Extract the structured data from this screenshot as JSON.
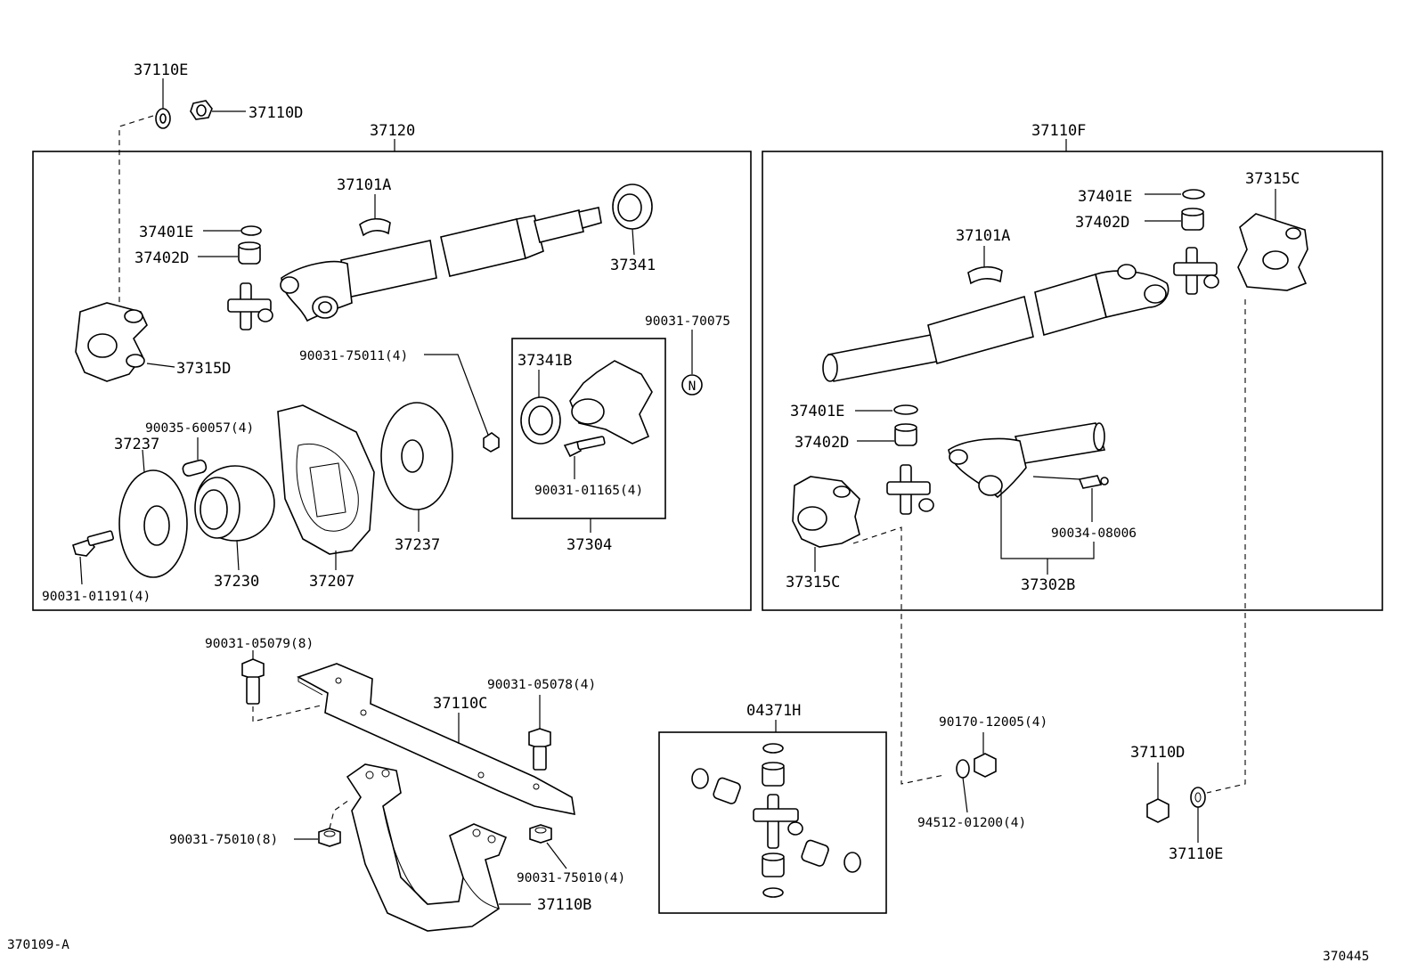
{
  "diagram": {
    "labels": {
      "l_37110E_top": "37110E",
      "l_37110D_top": "37110D",
      "l_37120": "37120",
      "l_37110F": "37110F",
      "l_37101A_left": "37101A",
      "l_37401E_left": "37401E",
      "l_37402D_left": "37402D",
      "l_37341": "37341",
      "l_37315D": "37315D",
      "l_90031_70075": "90031-70075",
      "l_90031_75011": "90031-75011(4)",
      "l_37341B": "37341B",
      "l_90035_60057": "90035-60057(4)",
      "l_37237_left": "37237",
      "l_90031_01165": "90031-01165(4)",
      "l_37304": "37304",
      "l_37237_right": "37237",
      "l_37230": "37230",
      "l_37207": "37207",
      "l_90031_01191": "90031-01191(4)",
      "l_37401E_r1": "37401E",
      "l_37402D_r1": "37402D",
      "l_37315C_top": "37315C",
      "l_37101A_right": "37101A",
      "l_37401E_r2": "37401E",
      "l_37402D_r2": "37402D",
      "l_90034_08006": "90034-08006",
      "l_37315C_bottom": "37315C",
      "l_37302B": "37302B",
      "l_90031_05079": "90031-05079(8)",
      "l_90031_05078": "90031-05078(4)",
      "l_37110C": "37110C",
      "l_04371H": "04371H",
      "l_90170_12005": "90170-12005(4)",
      "l_37110D_bottom": "37110D",
      "l_90031_75010_8": "90031-75010(8)",
      "l_94512_01200": "94512-01200(4)",
      "l_37110E_bottom": "37110E",
      "l_90031_75010_4": "90031-75010(4)",
      "l_37110B": "37110B",
      "l_370109A": "370109-A",
      "l_370445": "370445",
      "n_marker": "N"
    }
  }
}
